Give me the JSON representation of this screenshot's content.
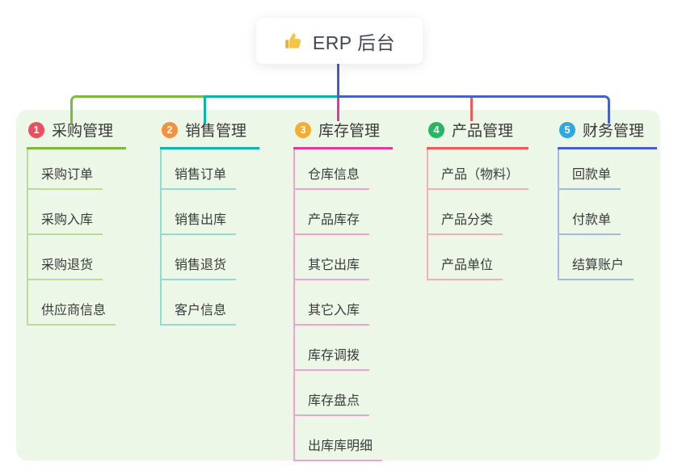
{
  "root": {
    "title": "ERP 后台",
    "icon": "thumbs-up-icon",
    "icon_color": "#f6c445",
    "line_color": "#4a5cc9"
  },
  "panel": {
    "background": "#edf7e7"
  },
  "branches": [
    {
      "badge": "1",
      "badge_color": "#ee4d5f",
      "label": "采购管理",
      "color": "#7cb93f",
      "light_color": "#b9dc9b",
      "children": [
        "采购订单",
        "采购入库",
        "采购退货",
        "供应商信息"
      ]
    },
    {
      "badge": "2",
      "badge_color": "#f7903b",
      "label": "销售管理",
      "color": "#0db5a7",
      "light_color": "#93dad2",
      "children": [
        "销售订单",
        "销售出库",
        "销售退货",
        "客户信息"
      ]
    },
    {
      "badge": "3",
      "badge_color": "#f7ac2c",
      "label": "库存管理",
      "color": "#e23a98",
      "light_color": "#f2a2cd",
      "children": [
        "仓库信息",
        "产品库存",
        "其它出库",
        "其它入库",
        "库存调拨",
        "库存盘点",
        "出库库明细"
      ]
    },
    {
      "badge": "4",
      "badge_color": "#27b662",
      "label": "产品管理",
      "color": "#f25a5a",
      "light_color": "#f5b0b0",
      "children": [
        "产品（物料）",
        "产品分类",
        "产品单位"
      ]
    },
    {
      "badge": "5",
      "badge_color": "#2ea7e5",
      "label": "财务管理",
      "color": "#4760c6",
      "light_color": "#a4b8e0",
      "children": [
        "回款单",
        "付款单",
        "结算账户"
      ]
    }
  ]
}
